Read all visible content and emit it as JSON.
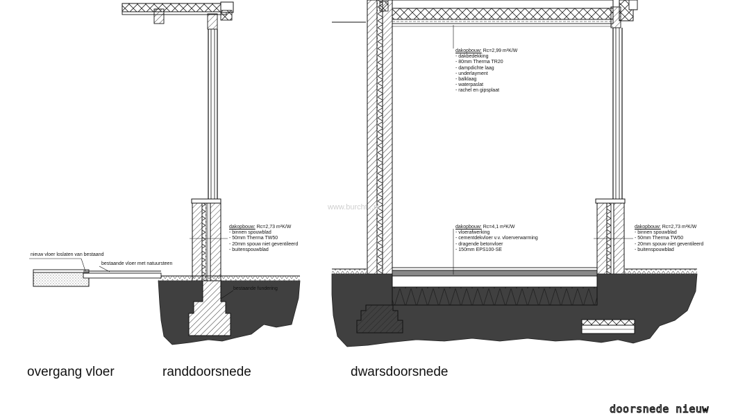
{
  "roof_note": {
    "heading": "dakopbouw:",
    "rvalue": "Rc=2,99 m²K/W",
    "items": [
      "dakbedekking",
      "80mm Therma TR20",
      "dampdichte laag",
      "underlayment",
      "balklaag",
      "waterpaslat",
      "rachel en gipsplaat"
    ]
  },
  "wall_note_left": {
    "heading": "dakopbouw:",
    "rvalue": "Rc=2,73 m²K/W",
    "items": [
      "binnen spouwblad",
      "50mm Therma TW50",
      "20mm spouw niet geventileerd",
      "buitenspouwblad"
    ]
  },
  "floor_note": {
    "heading": "dakopbouw:",
    "rvalue": "Rc=4,1 m²K/W",
    "items": [
      "vloerafwerking",
      "cementdekvloer v.v. vloerverwarming",
      "dragende betonvloer",
      "150mm EPS100-SE"
    ]
  },
  "wall_note_right": {
    "heading": "dakopbouw:",
    "rvalue": "Rc=2,73 m²K/W",
    "items": [
      "binnen spouwblad",
      "50mm Therma TW50",
      "20mm spouw niet geventileerd",
      "buitenspouwblad"
    ]
  },
  "labels": {
    "new_floor": "nieuw vloer loslaten van bestaand",
    "existing_floor": "bestaande vloer met natuursteen",
    "existing_foundation": "bestaande fundering"
  },
  "captions": {
    "overgang": "overgang vloer",
    "rand": "randdoorsnede",
    "dwars": "dwarsdoorsnede"
  },
  "watermark": "www.burcht...nl",
  "title": "doorsnede nieuw"
}
